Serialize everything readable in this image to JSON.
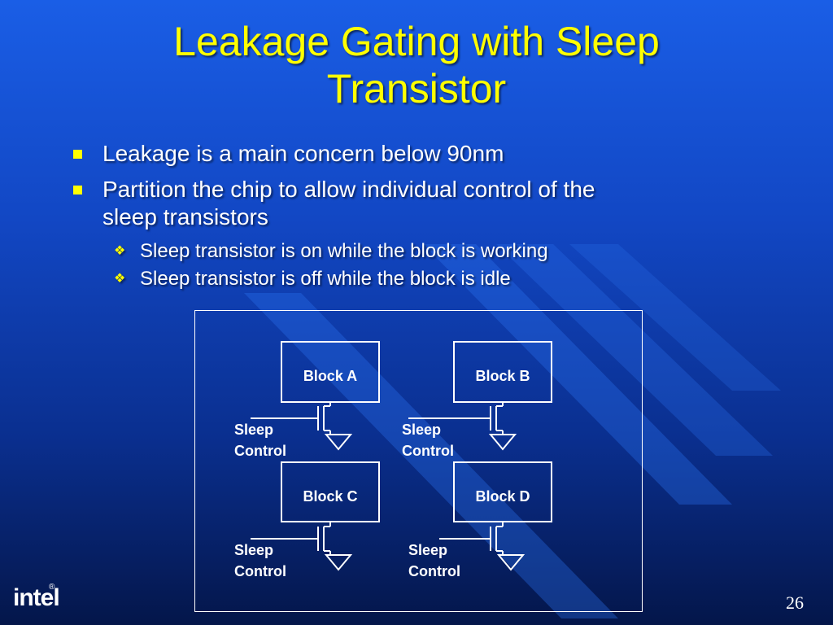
{
  "slide": {
    "title_line1": "Leakage Gating with Sleep",
    "title_line2": "Transistor",
    "bullets": [
      "Leakage is a main concern below 90nm",
      "Partition the chip to allow individual control of the",
      "sleep transistors"
    ],
    "sub_bullets": [
      "Sleep transistor is on while the block is working",
      "Sleep transistor is off while the block is idle"
    ],
    "page_number": "26"
  },
  "diagram": {
    "blocks": [
      "Block A",
      "Block B",
      "Block C",
      "Block D"
    ],
    "sleep_label_line1": "Sleep",
    "sleep_label_line2": "Control"
  },
  "logo": {
    "text": "intel",
    "reg": "®"
  },
  "colors": {
    "title": "#ffff00",
    "text": "#ffffff",
    "bullet_marker": "#ffff00"
  },
  "icons": {
    "bullet": "square-bullet-icon",
    "sub_bullet": "diamond-bullet-icon"
  }
}
